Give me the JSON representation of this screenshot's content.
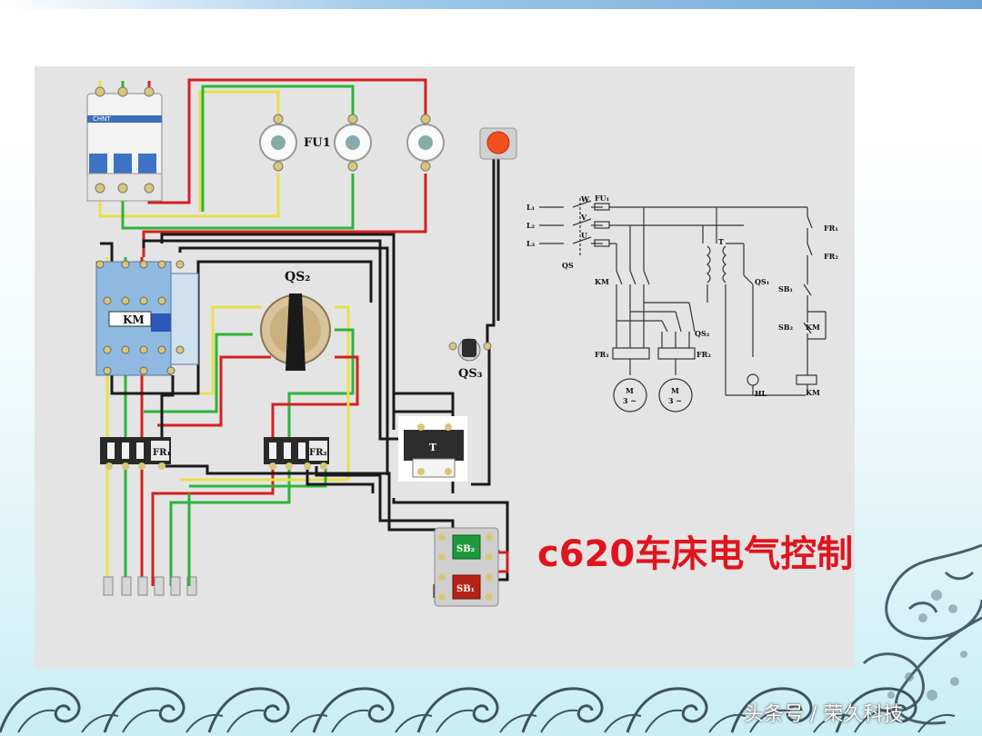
{
  "title": "c620车床电气控制",
  "watermark": "头条号 / 荣久科技",
  "brand": "CHNT",
  "labels": {
    "fu1": "FU1",
    "qs2": "QS₂",
    "qs3": "QS₃",
    "km": "KM",
    "fr1": "FR₁",
    "fr2": "FR₂",
    "t": "T",
    "sb2": "SB₂",
    "sb1": "SB₁"
  },
  "schematic": {
    "l1": "L₁",
    "l2": "L₂",
    "l3": "L₃",
    "w": "W",
    "v": "V",
    "u": "U",
    "fu1": "FU₁",
    "qs": "QS",
    "km": "KM",
    "qs2": "QS₂",
    "fr1": "FR₁",
    "fr2": "FR₂",
    "m": "M",
    "m3": "3 ~",
    "t": "T",
    "qs1": "QS₁",
    "hl": "HL",
    "sb1": "SB₁",
    "sb2": "SB₂",
    "km2": "KM",
    "km3": "KM",
    "fr1r": "FR₁",
    "fr2r": "FR₂"
  },
  "colors": {
    "title_red": "#e0141e",
    "wire_yellow": "#e8e04a",
    "wire_green": "#2cb53a",
    "wire_red": "#d42020",
    "wire_black": "#1a1a1a",
    "panel_bg": "#e4e4e4"
  }
}
